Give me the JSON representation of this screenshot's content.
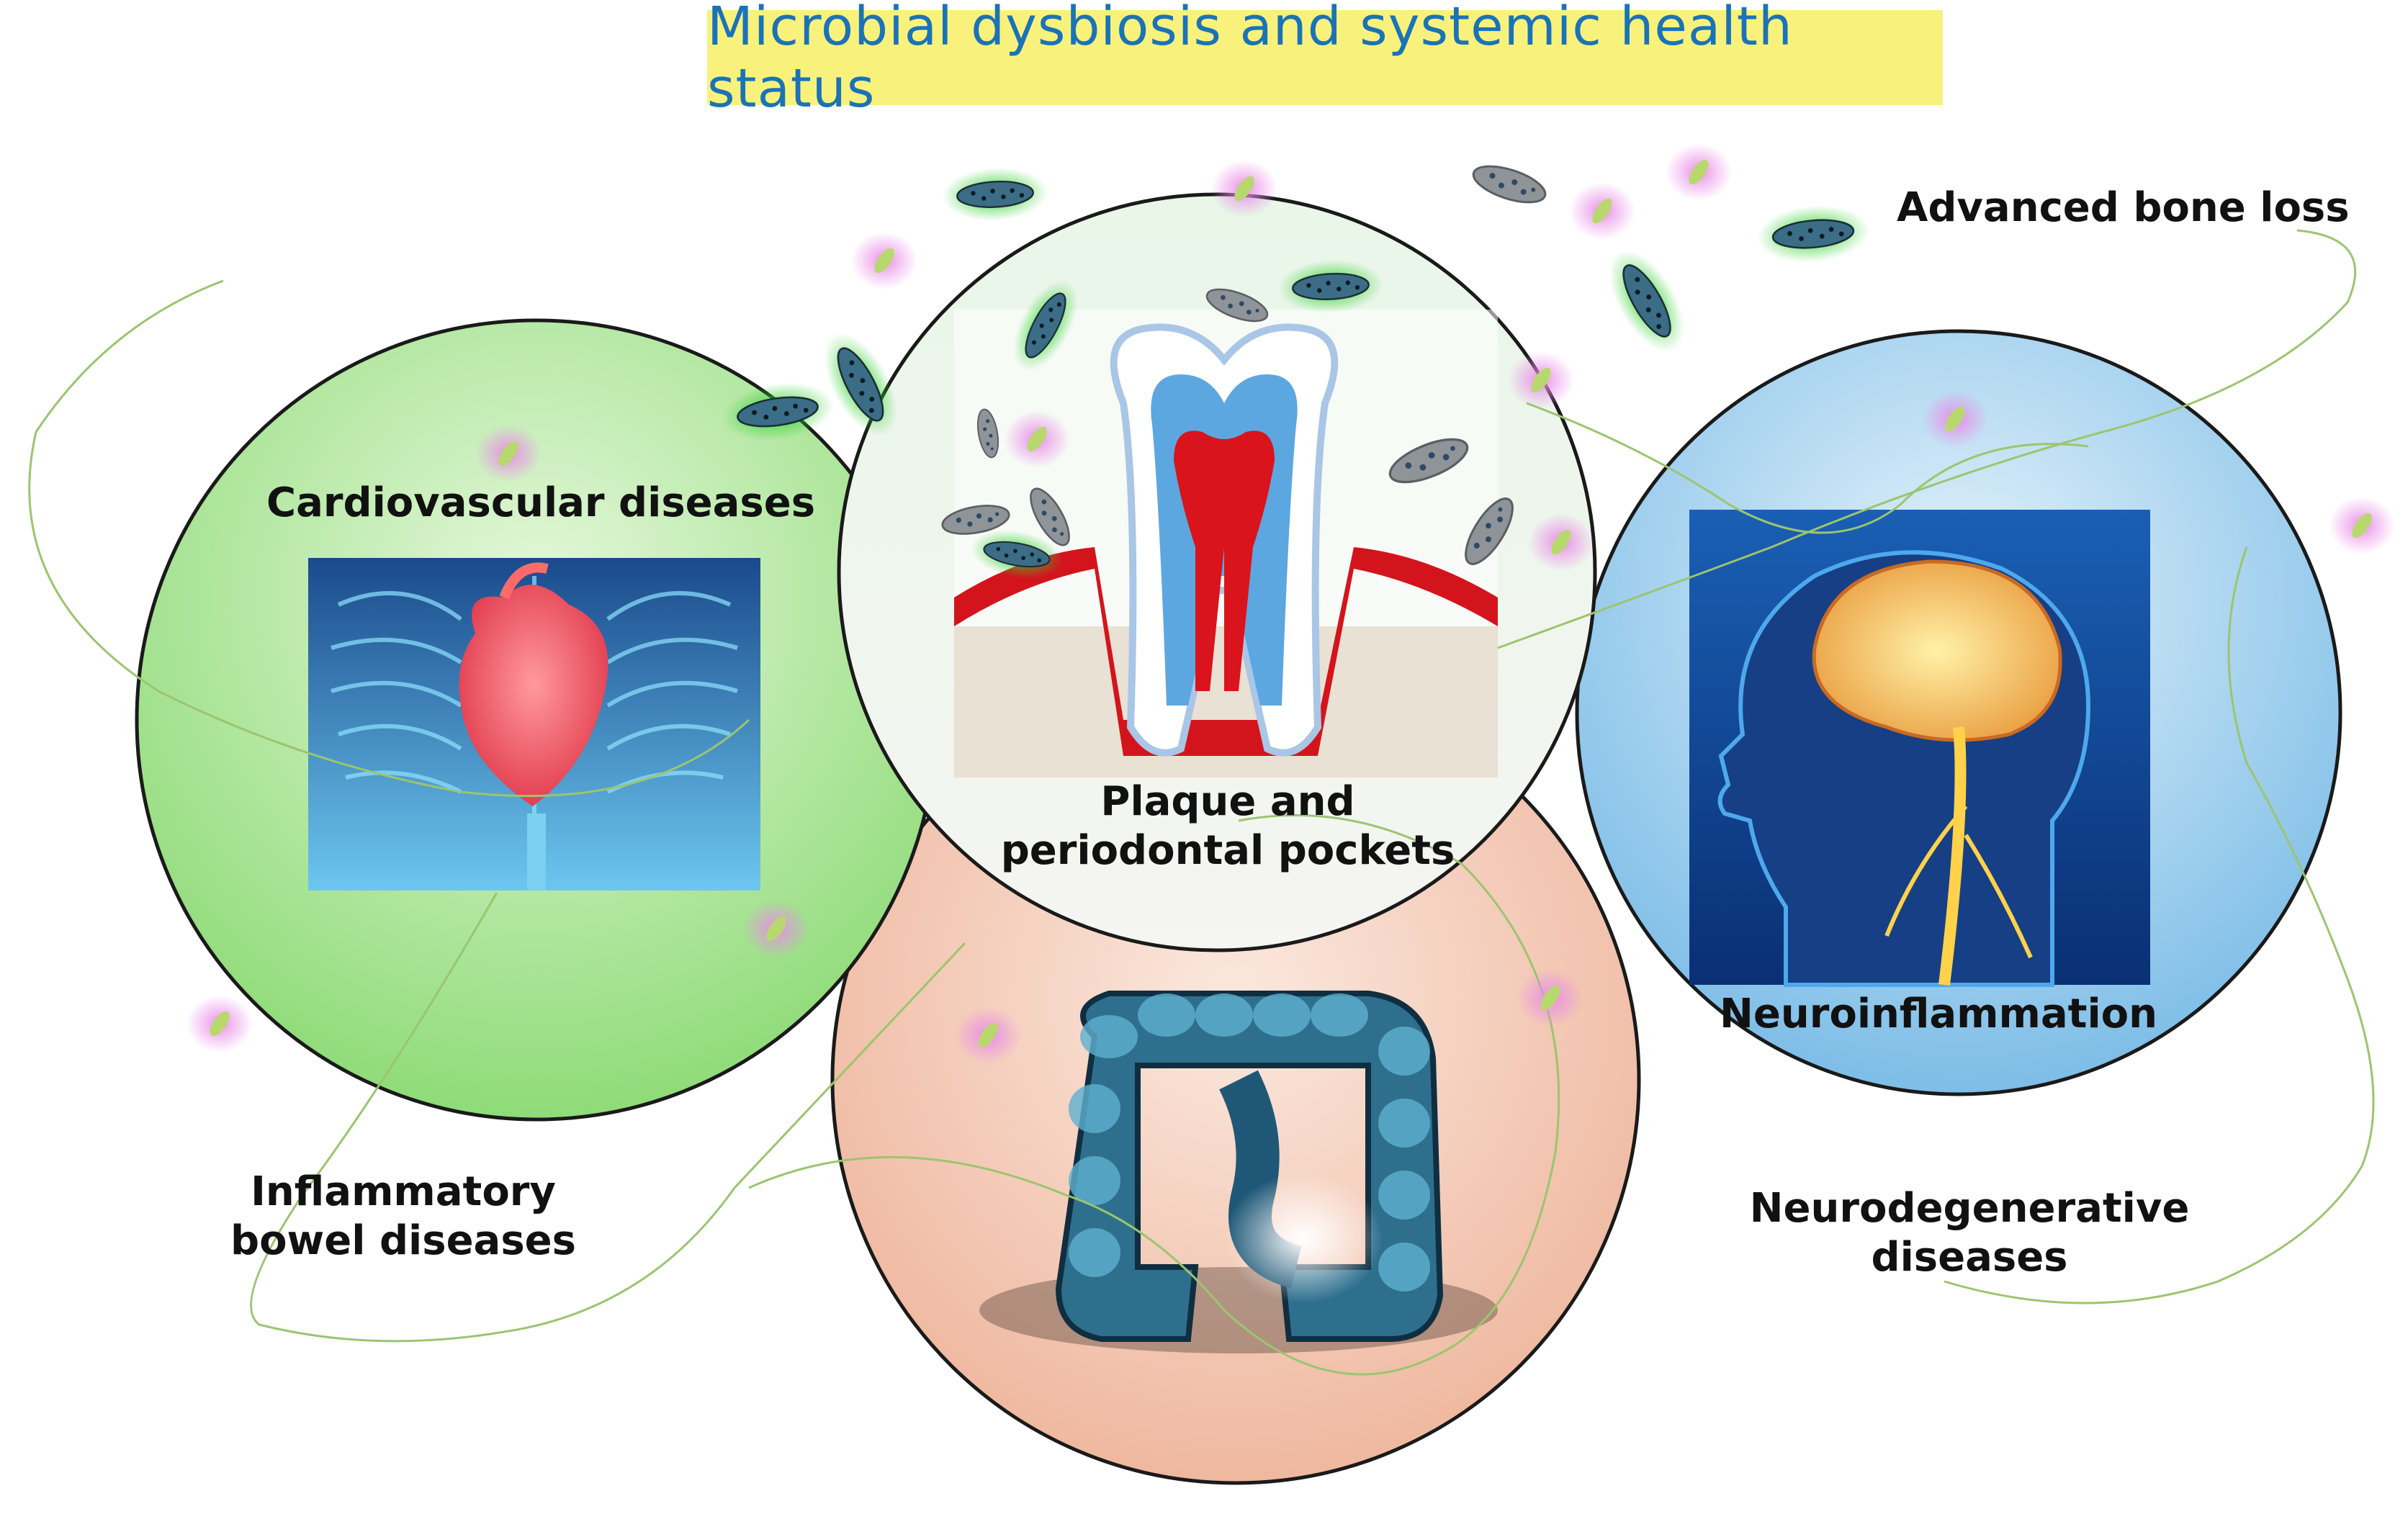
{
  "title": "Microbial dysbiosis and systemic health status",
  "colors": {
    "title_banner": "#f8f27c",
    "title_text": "#1a73b8",
    "cardio_circle": "#9ee08a",
    "plaque_circle": "#f1f3ee",
    "gut_circle": "#f3c3ac",
    "neuro_circle": "#8fc6ea",
    "bacteria_green_glow": "#2fd12f",
    "bacteria_pink_glow": "#e98be8"
  },
  "labels": {
    "advanced_bone_loss": "Advanced bone loss",
    "cardiovascular": "Cardiovascular diseases",
    "plaque_line1": "Plaque and",
    "plaque_line2": "periodontal pockets",
    "neuroinflammation": "Neuroinflammation",
    "ibd_line1": "Inflammatory",
    "ibd_line2": "bowel diseases",
    "neurodegen_line1": "Neurodegenerative",
    "neurodegen_line2": "diseases"
  },
  "illustrations": [
    "heart-lungs-illustration",
    "tooth-gum-illustration",
    "colon-illustration",
    "head-brain-illustration"
  ]
}
